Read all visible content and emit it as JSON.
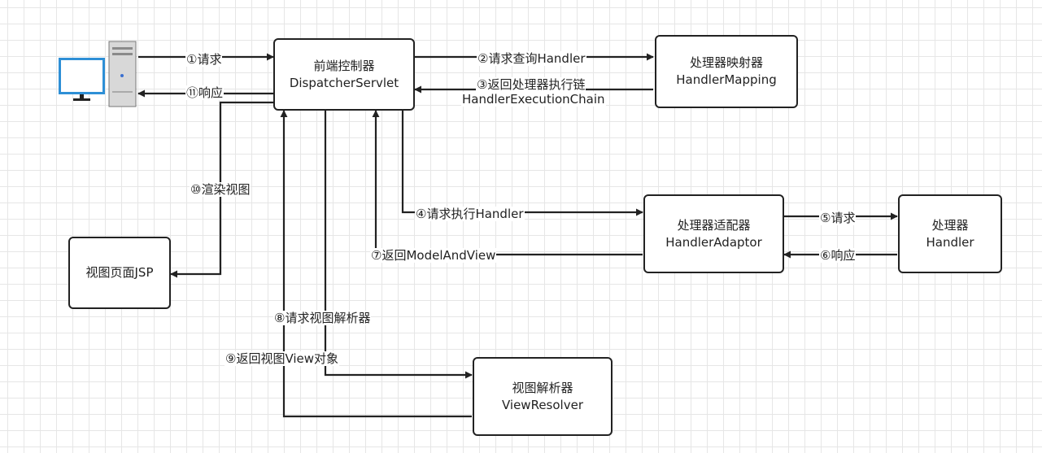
{
  "nodes": {
    "dispatcher": {
      "title": "前端控制器",
      "subtitle": "DispatcherServlet"
    },
    "mapping": {
      "title": "处理器映射器",
      "subtitle": "HandlerMapping"
    },
    "adaptor": {
      "title": "处理器适配器",
      "subtitle": "HandlerAdaptor"
    },
    "handler": {
      "title": "处理器",
      "subtitle": "Handler"
    },
    "jsp": {
      "title": "视图页面JSP"
    },
    "resolver": {
      "title": "视图解析器",
      "subtitle": "ViewResolver"
    }
  },
  "edges": {
    "e1": "①请求",
    "e11": "⑪响应",
    "e2": "②请求查询Handler",
    "e3_line1": "③返回处理器执行链",
    "e3_line2": "HandlerExecutionChain",
    "e4": "④请求执行Handler",
    "e5": "⑤请求",
    "e6": "⑥响应",
    "e7": "⑦返回ModelAndView",
    "e8": "⑧请求视图解析器",
    "e9": "⑨返回视图View对象",
    "e10": "⑩渲染视图"
  },
  "icons": {
    "client": "desktop-computer-icon"
  }
}
